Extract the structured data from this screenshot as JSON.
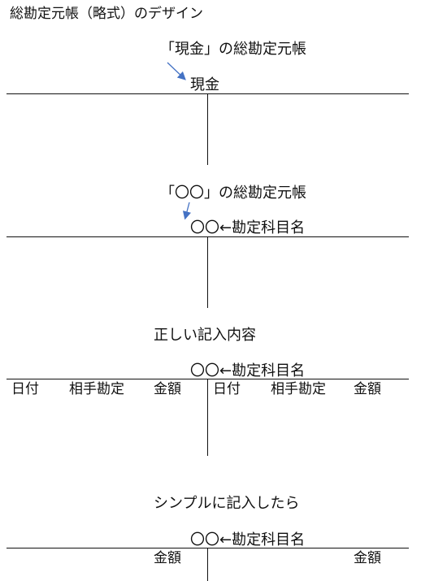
{
  "page_title": "総勘定元帳（略式）のデザイン",
  "section1": {
    "caption": "「現金」の総勘定元帳",
    "account": "現金"
  },
  "section2": {
    "caption": "「〇〇」の総勘定元帳",
    "account": "〇〇←勘定科目名"
  },
  "section3": {
    "caption": "正しい記入内容",
    "account": "〇〇←勘定科目名",
    "left_cols": [
      "日付",
      "相手勘定",
      "金額"
    ],
    "right_cols": [
      "日付",
      "相手勘定",
      "金額"
    ]
  },
  "section4": {
    "caption": "シンプルに記入したら",
    "account": "〇〇←勘定科目名",
    "left_amount": "金額",
    "right_amount": "金額"
  },
  "colors": {
    "arrow": "#4472c4",
    "line": "#111111"
  }
}
